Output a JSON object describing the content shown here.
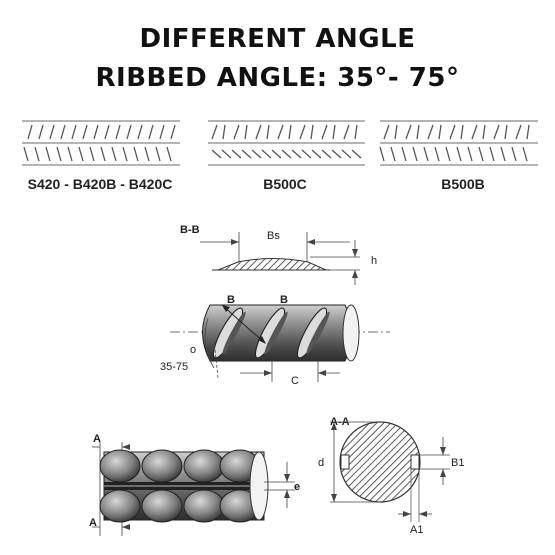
{
  "title": {
    "line1": "DIFFERENT ANGLE",
    "line2": "RIBBED ANGLE:  35°- 75°"
  },
  "patterns": [
    {
      "label": "S420 - B420B - B420C"
    },
    {
      "label": "B500C"
    },
    {
      "label": "B500B"
    }
  ],
  "section_bb": {
    "label": "B-B",
    "width_label": "Bs",
    "height_label": "h"
  },
  "rebar_side": {
    "marker_1": "B",
    "marker_2": "B",
    "angle_symbol": "o",
    "angle_range": "35-75",
    "spacing_label": "C"
  },
  "rebar_front": {
    "marker_top": "A",
    "marker_bottom": "A",
    "gap_label": "e"
  },
  "section_aa": {
    "label": "A-A",
    "diameter_label": "d",
    "rib_height_label": "B1",
    "rib_width_label": "A1"
  },
  "colors": {
    "text": "#111111",
    "line": "#444444",
    "bar_fill": "#8a8a8a",
    "bar_dark": "#3d3d3d"
  }
}
